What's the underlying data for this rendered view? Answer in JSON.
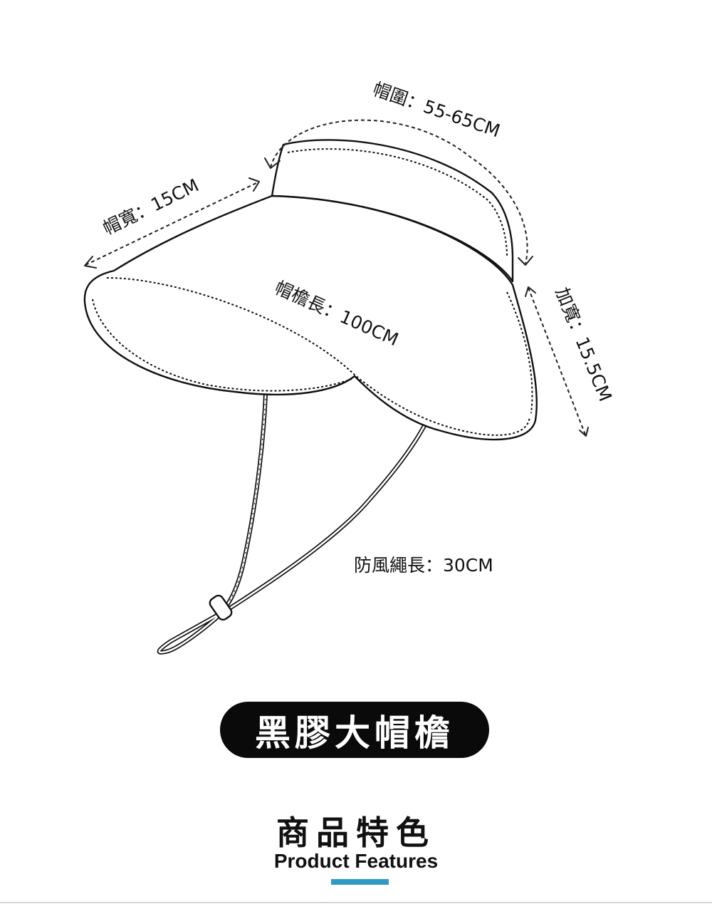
{
  "diagram": {
    "labels": {
      "circumference": "帽圍：55-65CM",
      "crown_width": "帽寬：15CM",
      "brim_length": "帽檐長：100CM",
      "extra_width": "加寬：15.5CM",
      "cord_length": "防風繩長：30CM"
    }
  },
  "badge": {
    "text": "黑膠大帽檐"
  },
  "features": {
    "title": "商品特色",
    "subtitle": "Product Features"
  },
  "colors": {
    "ink": "#111111",
    "pill_bg": "#0a0a0a",
    "accent": "#2e9bc6",
    "divider": "#d6d6d6"
  }
}
